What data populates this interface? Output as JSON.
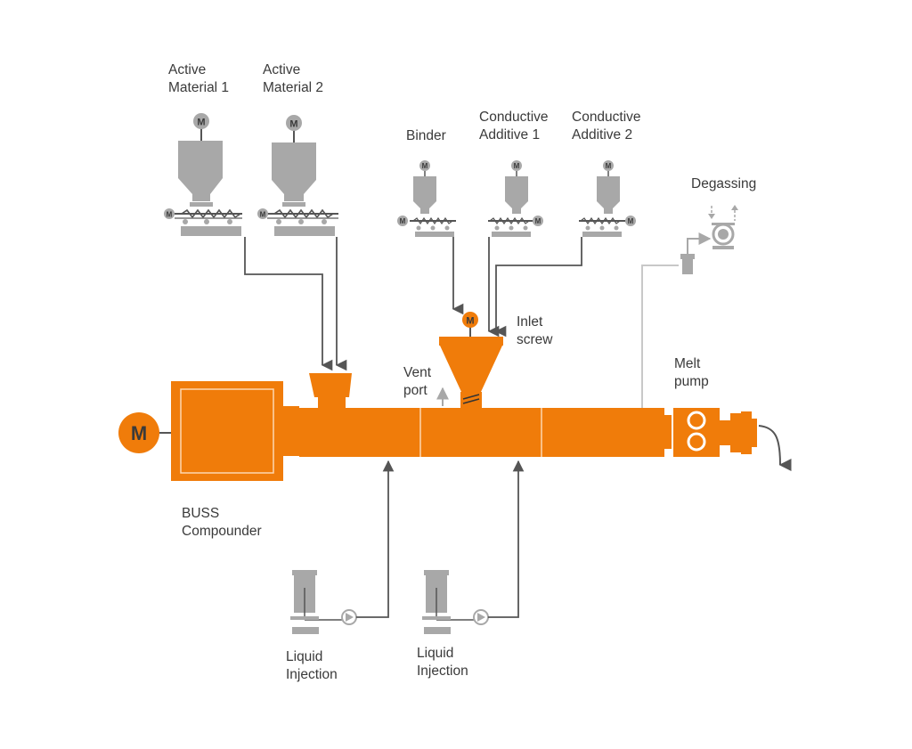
{
  "colors": {
    "primary": "#f07c0a",
    "equipment_grey": "#a8a8a8",
    "light_grey": "#c8c8c8",
    "line_dark": "#555555",
    "line_light": "#a8a8a8",
    "text": "#3a3a3a"
  },
  "motor_symbol": "M",
  "labels": {
    "active_material_1": [
      "Active",
      "Material 1"
    ],
    "active_material_2": [
      "Active",
      "Material 2"
    ],
    "binder": [
      "Binder"
    ],
    "conductive_additive_1": [
      "Conductive",
      "Additive 1"
    ],
    "conductive_additive_2": [
      "Conductive",
      "Additive 2"
    ],
    "degassing": [
      "Degassing"
    ],
    "inlet_screw": [
      "Inlet",
      "screw"
    ],
    "vent_port": [
      "Vent",
      "port"
    ],
    "melt_pump": [
      "Melt",
      "pump"
    ],
    "buss_compounder": [
      "BUSS",
      "Compounder"
    ],
    "liquid_injection_1": [
      "Liquid",
      "Injection"
    ],
    "liquid_injection_2": [
      "Liquid",
      "Injection"
    ]
  },
  "icons": [
    "motor-icon",
    "hopper-icon",
    "screw-feeder-icon",
    "pump-icon",
    "gear-pump-icon",
    "vacuum-pump-icon",
    "arrow-icon"
  ]
}
